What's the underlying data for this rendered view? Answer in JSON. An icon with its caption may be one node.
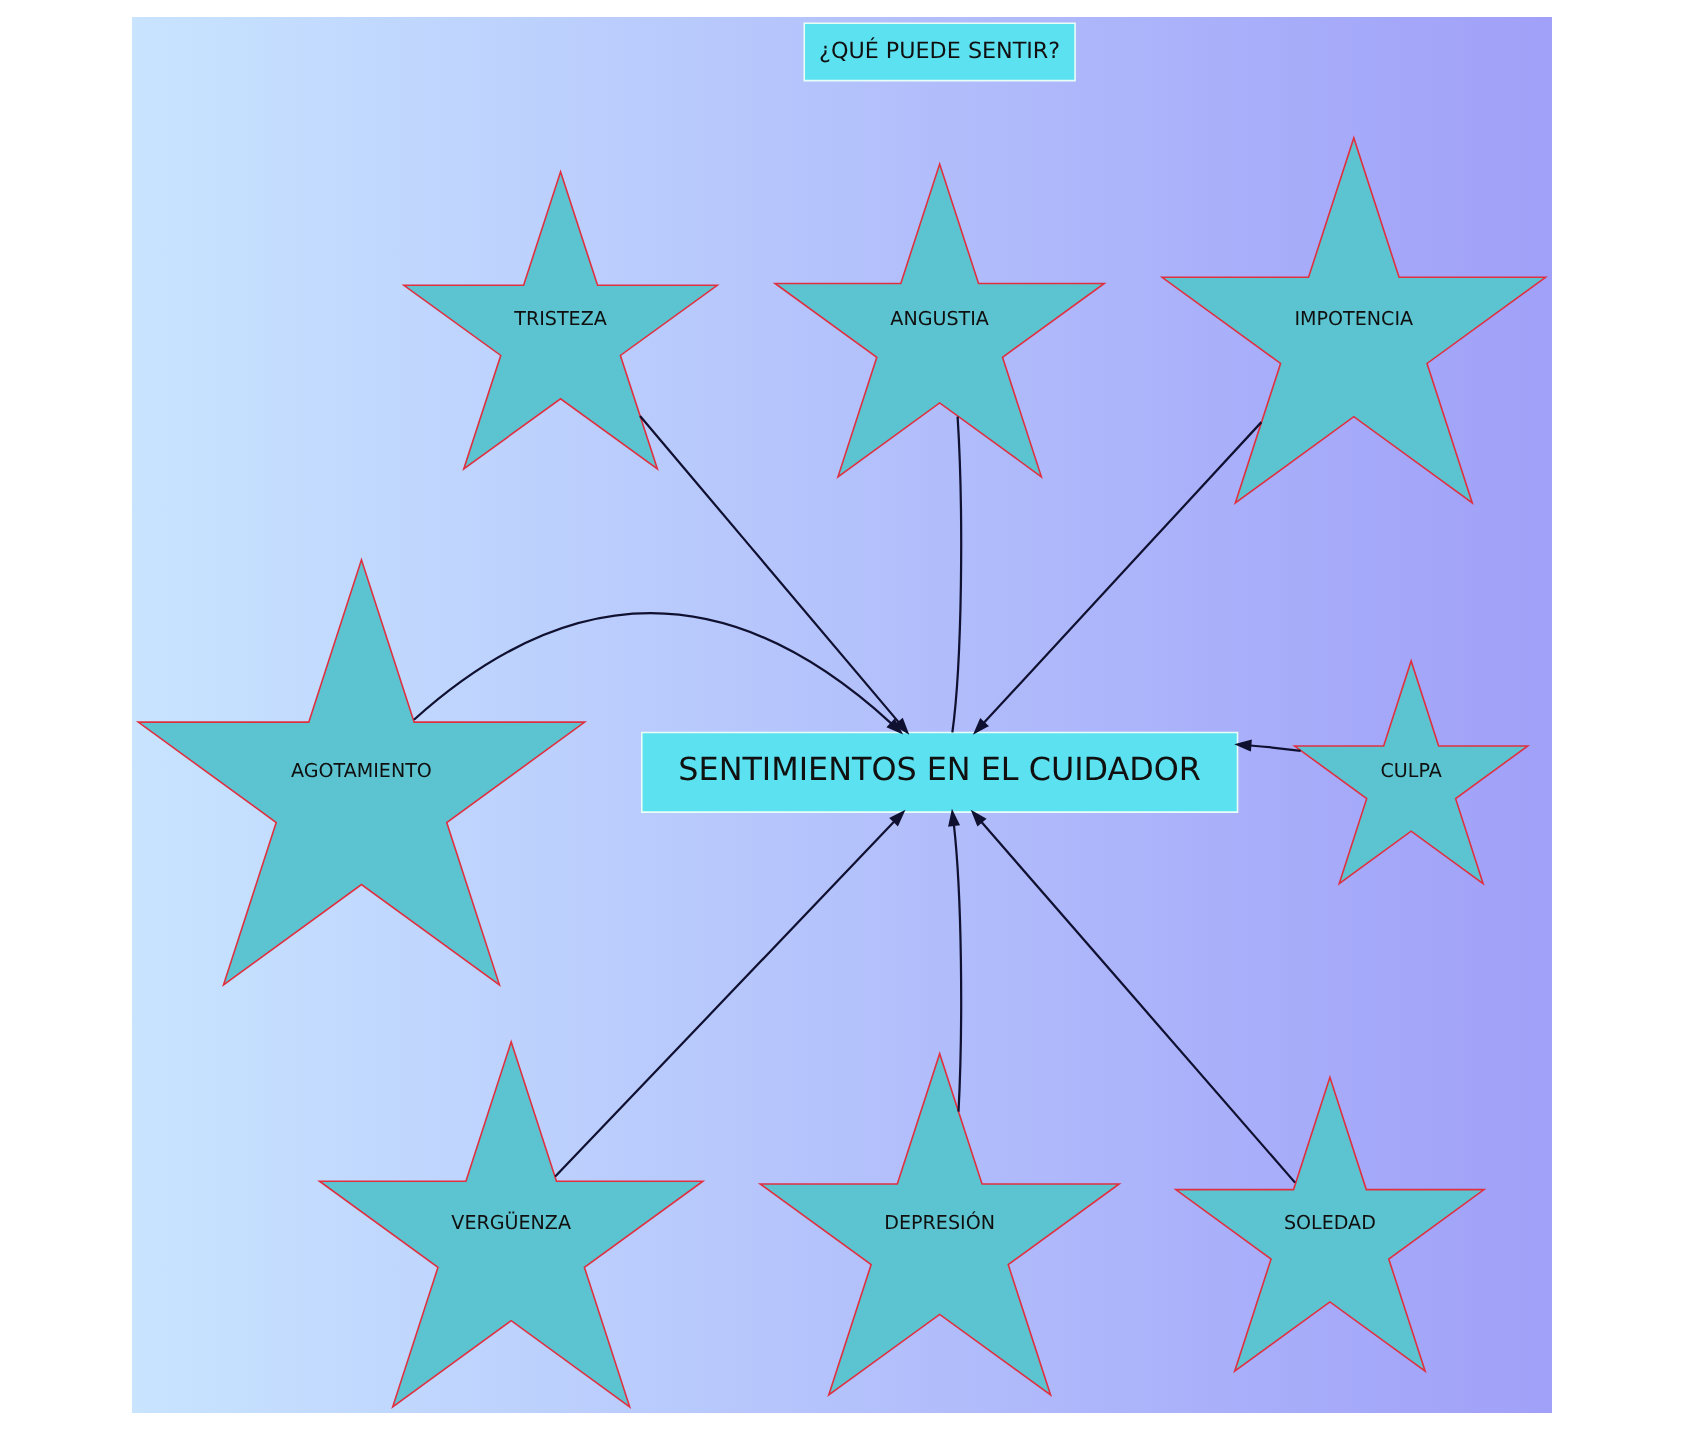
{
  "diagram": {
    "nodes": [
      {
        "text": [
          "¿QUÉ PUEDE SENTIR?"
        ]
      },
      {
        "text": [
          "ANGUSTIA"
        ]
      },
      {
        "text": [
          "TRISTEZA"
        ]
      },
      {
        "text": [
          "IMPOTENCIA"
        ]
      },
      {
        "text": [
          "CULPA"
        ]
      },
      {
        "text": [
          "SENTIMIENTOS EN EL CUIDADOR"
        ]
      },
      {
        "text": [
          "AGOTAMIENTO"
        ]
      },
      {
        "text": [
          "VERGÜENZA"
        ]
      },
      {
        "text": [
          "DEPRESIÓN"
        ]
      },
      {
        "text": [
          "SOLEDAD"
        ]
      }
    ],
    "edges": [
      {
        "from": 2,
        "to": 5,
        "arrow": "to"
      },
      {
        "from": 6,
        "to": 5,
        "arrow": "to"
      },
      {
        "from": 7,
        "to": 5,
        "arrow": "to"
      },
      {
        "from": 1,
        "to": 5,
        "arrow": "none"
      },
      {
        "from": 3,
        "to": 5,
        "arrow": "to"
      },
      {
        "from": 4,
        "to": 5,
        "arrow": "to"
      },
      {
        "from": 8,
        "to": 5,
        "arrow": "to"
      },
      {
        "from": 9,
        "to": 5,
        "arrow": "to"
      }
    ]
  }
}
